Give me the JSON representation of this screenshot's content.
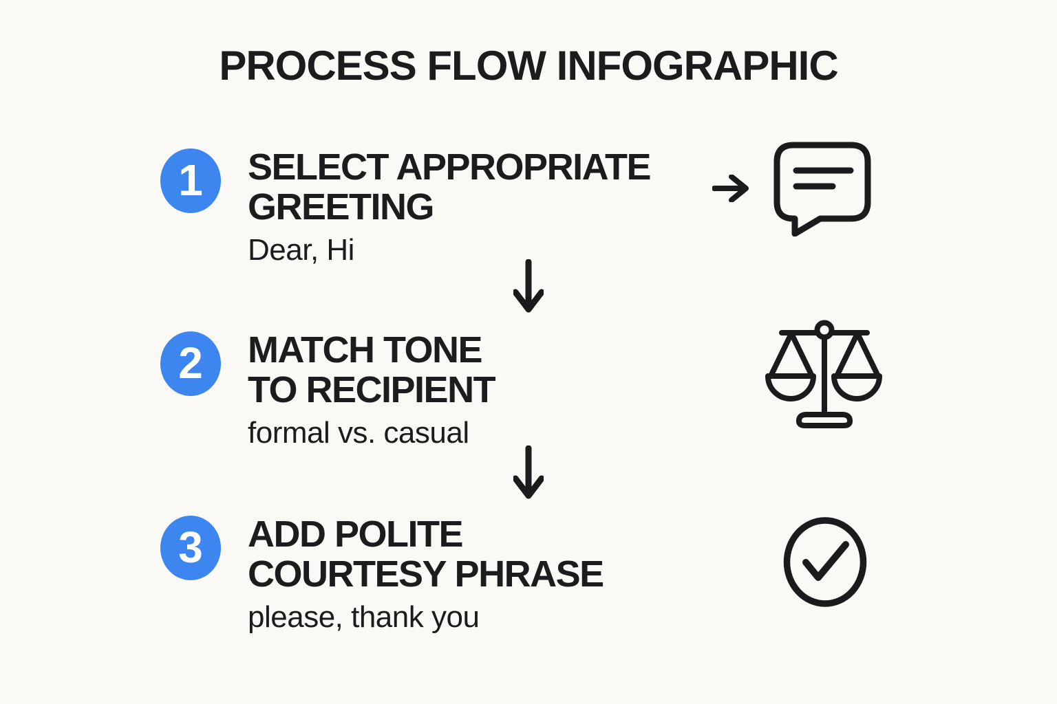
{
  "title": "PROCESS FLOW INFOGRAPHIC",
  "steps": [
    {
      "number": "1",
      "title_lines": [
        "SELECT APPROPRIATE",
        "GREETING"
      ],
      "subtitle": "Dear, Hi",
      "icon": "speech-bubble-icon"
    },
    {
      "number": "2",
      "title_lines": [
        "MATCH TONE",
        "TO RECIPIENT"
      ],
      "subtitle": "formal vs. casual",
      "icon": "balance-scale-icon"
    },
    {
      "number": "3",
      "title_lines": [
        "ADD POLITE",
        "COURTESY PHRASE"
      ],
      "subtitle": "please, thank you",
      "icon": "check-circle-icon"
    }
  ],
  "connectors": {
    "step1_pointer": "right-arrow-icon",
    "flow_arrow_1": "down-arrow-icon",
    "flow_arrow_2": "down-arrow-icon"
  },
  "colors": {
    "background": "#faf9f6",
    "text": "#1c1c1e",
    "step_badge": "#3d85ef",
    "badge_number": "#ffffff",
    "icon_stroke": "#1b1b1d"
  }
}
